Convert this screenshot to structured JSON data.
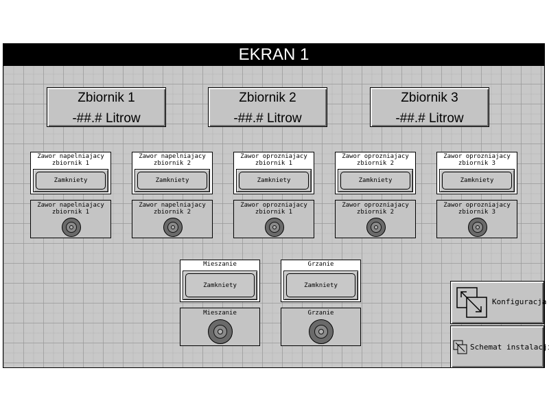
{
  "screen": {
    "title": "EKRAN 1"
  },
  "tanks": [
    {
      "name": "Zbiornik 1",
      "level": "-##.# Litrow"
    },
    {
      "name": "Zbiornik 2",
      "level": "-##.# Litrow"
    },
    {
      "name": "Zbiornik 3",
      "level": "-##.# Litrow"
    }
  ],
  "valves": [
    {
      "caption": "Zawor napelniajacy\nzbiornik 1",
      "state": "Zamkniety",
      "indicator_caption": "Zawor napelniajacy\nzbiornik 1"
    },
    {
      "caption": "Zawor napelniajacy\nzbiornik 2",
      "state": "Zamkniety",
      "indicator_caption": "Zawor napelniajacy\nzbiornik 2"
    },
    {
      "caption": "Zawor oprozniajacy\nzbiornik 1",
      "state": "Zamkniety",
      "indicator_caption": "Zawor oprozniajacy\nzbiornik 1"
    },
    {
      "caption": "Zawor oprozniajacy\nzbiornik 2",
      "state": "Zamkniety",
      "indicator_caption": "Zawor oprozniajacy\nzbiornik 2"
    },
    {
      "caption": "Zawor oprozniajacy\nzbiornik 3",
      "state": "Zamkniety",
      "indicator_caption": "Zawor oprozniajacy\nzbiornik 3"
    }
  ],
  "devices": [
    {
      "caption": "Mieszanie",
      "state": "Zamkniety",
      "indicator_caption": "Mieszanie"
    },
    {
      "caption": "Grzanie",
      "state": "Zamkniety",
      "indicator_caption": "Grzanie"
    }
  ],
  "nav": {
    "config_label": "Konfiguracja",
    "config_icon": "overlapping-squares-icon",
    "schema_label": "Schemat instalacji",
    "schema_icon": "overlapping-squares-icon"
  }
}
